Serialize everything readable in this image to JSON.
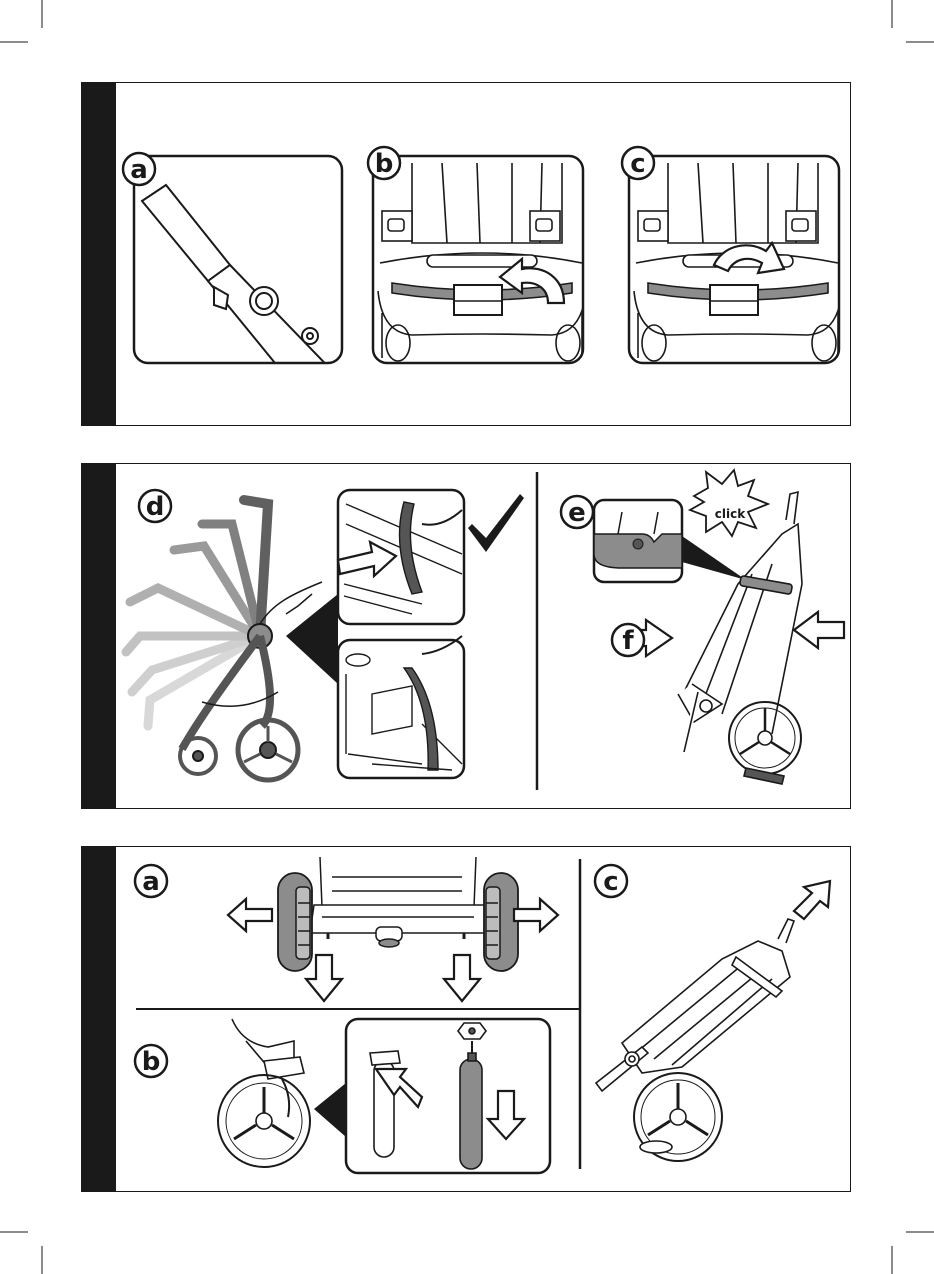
{
  "document": {
    "type": "stroller-instruction-sheet",
    "panels": [
      {
        "id": "panel-1",
        "steps": [
          {
            "label": "a",
            "depicts": "armrest-bar-close-up"
          },
          {
            "label": "b",
            "depicts": "seat-front-bumper-bar-rotate"
          },
          {
            "label": "c",
            "depicts": "seat-front-bumper-bar-rotate-back"
          }
        ]
      },
      {
        "id": "panel-2",
        "steps": [
          {
            "label": "d",
            "depicts": "handle-fold-positions"
          },
          {
            "label": "e",
            "depicts": "lock-hook-detail",
            "sound": "click"
          },
          {
            "label": "f",
            "depicts": "folded-stroller-press"
          }
        ]
      },
      {
        "id": "panel-3",
        "steps": [
          {
            "label": "a",
            "depicts": "rear-wheels-remove"
          },
          {
            "label": "b",
            "depicts": "front-wheel-remove"
          },
          {
            "label": "c",
            "depicts": "folded-stroller-carry"
          }
        ]
      }
    ],
    "colors": {
      "ink": "#1a1a1a",
      "grey_dark": "#555555",
      "grey_mid": "#8c8c8c",
      "grey_light": "#bcbcbc",
      "white": "#ffffff"
    }
  }
}
